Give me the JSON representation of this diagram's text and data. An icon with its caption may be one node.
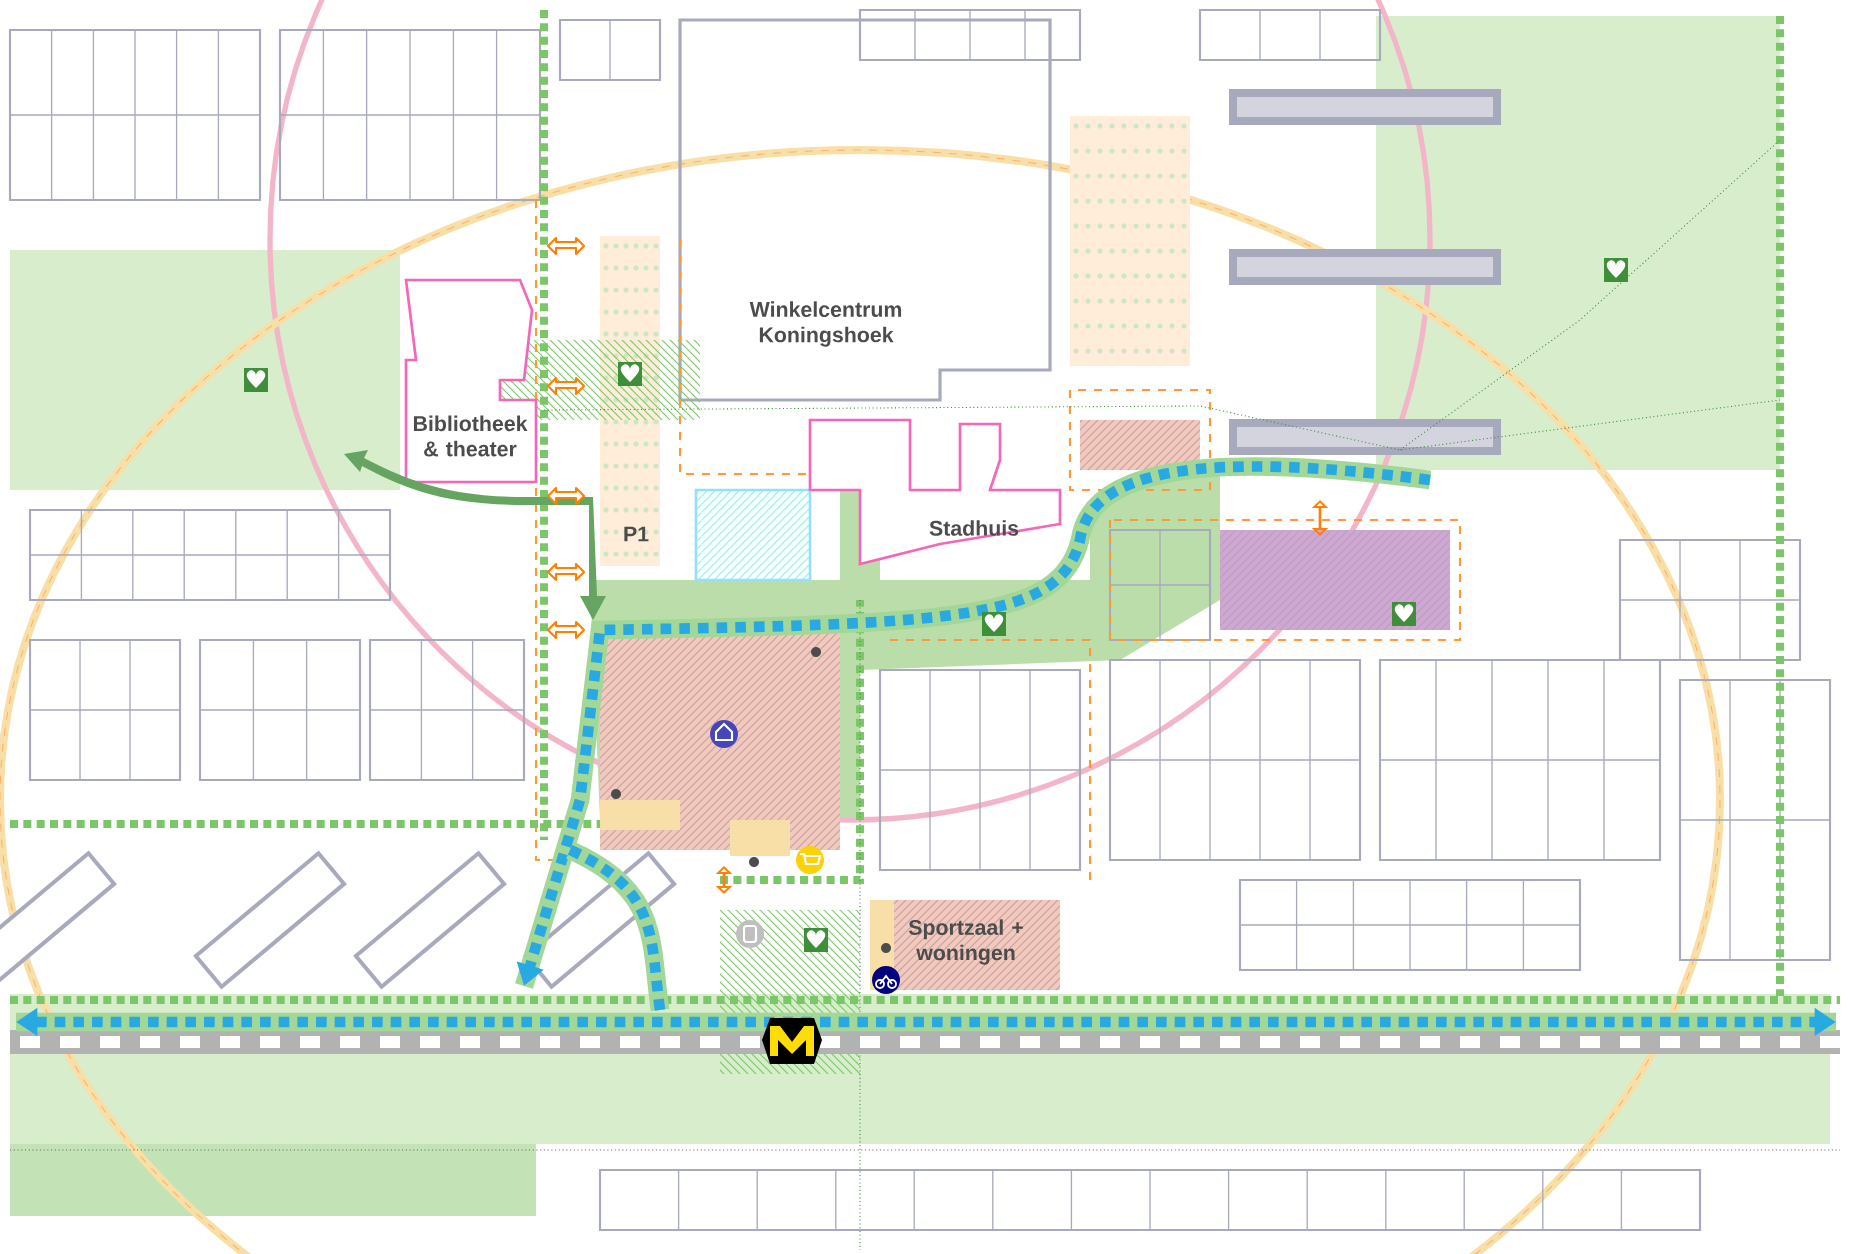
{
  "diagram": {
    "nodes": [
      {
        "text": [
          "Bibliotheek & theater"
        ]
      },
      {
        "text": [
          "Winkelcentrum Koningshoek"
        ]
      },
      {
        "text": [
          "P1"
        ]
      },
      {
        "text": [
          "Stadhuis"
        ]
      },
      {
        "text": [
          "Sportzaal + woningen"
        ]
      }
    ]
  }
}
